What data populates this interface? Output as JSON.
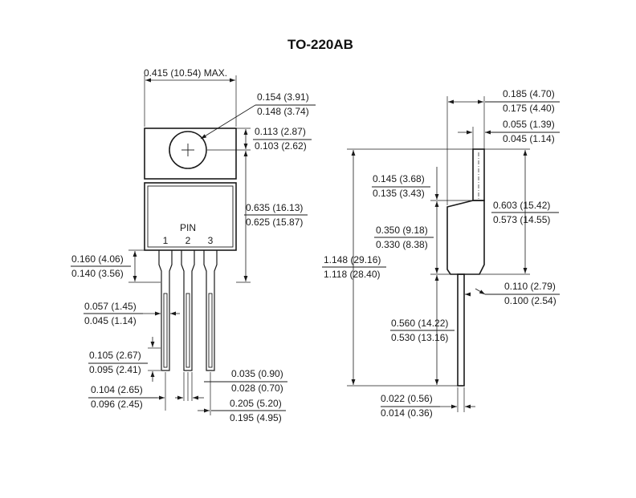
{
  "title": "TO-220AB",
  "pin_label": "PIN",
  "pin_numbers": [
    "1",
    "2",
    "3"
  ],
  "dims": {
    "overall_width": "0.415 (10.54) MAX.",
    "hole_dia_max": "0.154 (3.91)",
    "hole_dia_min": "0.148 (3.74)",
    "hole_pos_max": "0.113 (2.87)",
    "hole_pos_min": "0.103 (2.62)",
    "body_len_max": "0.635 (16.13)",
    "body_len_min": "0.625 (15.87)",
    "lead_shoulder_max": "0.160 (4.06)",
    "lead_shoulder_min": "0.140 (3.56)",
    "lead_width_wide_max": "0.057 (1.45)",
    "lead_width_wide_min": "0.045 (1.14)",
    "lead_pitch_max": "0.105 (2.67)",
    "lead_pitch_min": "0.095 (2.41)",
    "lead_span_max": "0.104 (2.65)",
    "lead_span_min": "0.096 (2.45)",
    "lead_width_max": "0.035 (0.90)",
    "lead_width_min": "0.028 (0.70)",
    "pin_outer_max": "0.205 (5.20)",
    "pin_outer_min": "0.195 (4.95)",
    "pkg_thick_max": "0.185 (4.70)",
    "pkg_thick_min": "0.175 (4.40)",
    "tab_thick_max": "0.055 (1.39)",
    "tab_thick_min": "0.045 (1.14)",
    "tab_step_max": "0.145 (3.68)",
    "tab_step_min": "0.135 (3.43)",
    "body_height_max": "0.603 (15.42)",
    "body_height_min": "0.573 (14.55)",
    "mold_len_max": "0.350 (9.18)",
    "mold_len_min": "0.330 (8.38)",
    "overall_len_max": "1.148 (29.16)",
    "overall_len_min": "1.118 (28.40)",
    "lead_offset_max": "0.110 (2.79)",
    "lead_offset_min": "0.100 (2.54)",
    "lead_len_max": "0.560 (14.22)",
    "lead_len_min": "0.530 (13.16)",
    "lead_thick_max": "0.022 (0.56)",
    "lead_thick_min": "0.014 (0.36)"
  }
}
